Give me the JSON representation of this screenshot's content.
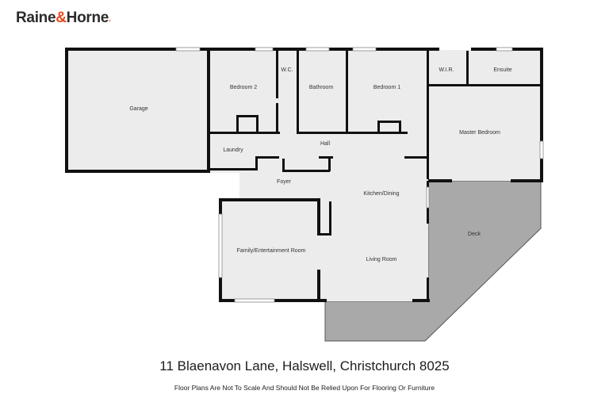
{
  "brand": {
    "name_a": "Raine",
    "amp": "&",
    "name_b": "Horne",
    "dot": "."
  },
  "rooms": {
    "garage": "Garage",
    "bedroom2": "Bedroom 2",
    "wc": "W.C.",
    "bathroom": "Bathroom",
    "bedroom1": "Bedroom 1",
    "wir": "W.I.R.",
    "ensuite": "Ensuite",
    "master_bedroom": "Master Bedroom",
    "laundry": "Laundry",
    "hall": "Hall",
    "foyer": "Foyer",
    "kitchen_dining": "Kitchen/Dining",
    "deck": "Deck",
    "family_room": "Family/Entertainment Room",
    "living_room": "Living Room"
  },
  "address": "11 Blaenavon Lane, Halswell, Christchurch 8025",
  "disclaimer": "Floor Plans Are Not To Scale And Should Not Be Relied Upon For Flooring Or Furniture",
  "colors": {
    "floor": "#ececec",
    "wall": "#111111",
    "deck": "#a9a9a9",
    "accent": "#e8481c"
  }
}
